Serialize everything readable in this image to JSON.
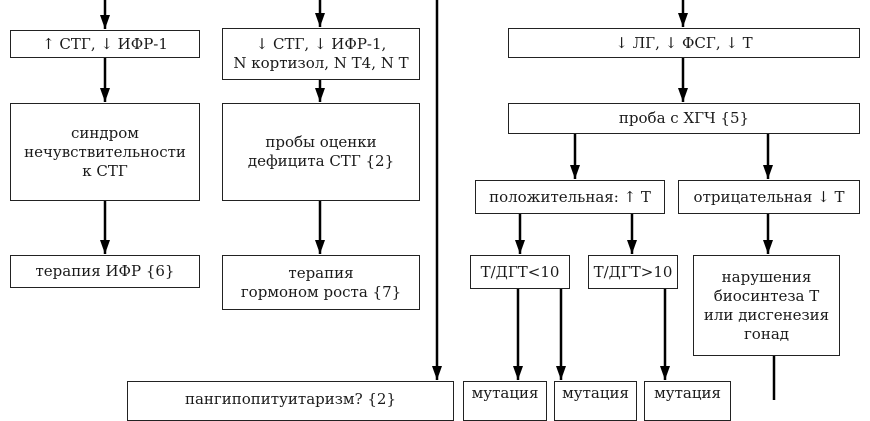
{
  "boxes": {
    "high_gh": "↑ СТГ, ↓ ИФР-1",
    "low_gh": "↓ СТГ, ↓ ИФР-1,\nN кортизол, N Т4, N Т",
    "low_lh": "↓ ЛГ, ↓ ФСГ, ↓ Т",
    "insensitivity": "синдром\nнечувствительности\nк СТГ",
    "gh_tests": "пробы оценки\nдефицита СТГ {2}",
    "hcg_test": "проба с ХГЧ {5}",
    "positive": "положительная: ↑ Т",
    "negative": "отрицательная ↓ Т",
    "igf_therapy": "терапия ИФР {6}",
    "gh_therapy": "терапия\nгормоном роста {7}",
    "ratio_low": "Т/ДГТ<10",
    "ratio_high": "Т/ДГТ>10",
    "biosynthesis": "нарушения\nбиосинтеза Т\nили дисгенезия\nгонад",
    "panhypo": "пангипопитуитаризм? {2}",
    "mutation1": "мутация",
    "mutation2": "мутация",
    "mutation3": "мутация"
  }
}
